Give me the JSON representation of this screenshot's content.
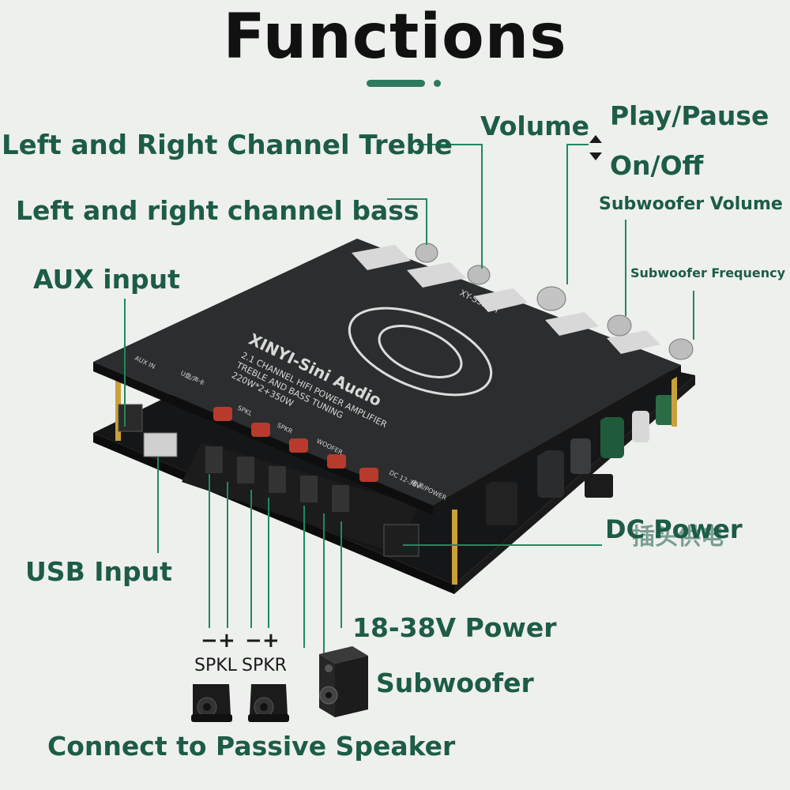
{
  "header": {
    "title": "Functions"
  },
  "colors": {
    "label": "#1d5c46",
    "leader": "#1e8a5e",
    "accent": "#2e7a5c",
    "board": "#2b2d2e",
    "bg": "#eef0ee"
  },
  "labels": {
    "treble": "Left and Right Channel Treble",
    "bass": "Left and right channel bass",
    "aux": "AUX input",
    "volume": "Volume",
    "play_pause": "Play/Pause",
    "on_off": "On/Off",
    "sub_volume": "Subwoofer Volume",
    "sub_freq": "Subwoofer Frequency",
    "dc_power": "DC Power",
    "dc_power_cn": "插头供电",
    "usb": "USB Input",
    "power_range": "18-38V Power",
    "subwoofer": "Subwoofer",
    "passive": "Connect to Passive Speaker",
    "spkl": "SPKL",
    "spkr": "SPKR",
    "pol_minus": "−",
    "pol_plus": "+"
  },
  "board": {
    "model_name": "XINYI-Sini Audio",
    "line1": "2.1 CHANNEL HIFI POWER AMPLIFIER",
    "line2": "TREBLE AND BASS TUNING",
    "line3": "220W*2+350W",
    "part_no": "XY-S350H",
    "dc_rating": "DC 12-38V",
    "power_tag": "电源/POWER",
    "woofer_tag": "WOOFER",
    "spkl_tag": "SPKL",
    "spkr_tag": "SPKR",
    "usb_tag": "U盘/声卡",
    "aux_tag": "AUX IN"
  }
}
